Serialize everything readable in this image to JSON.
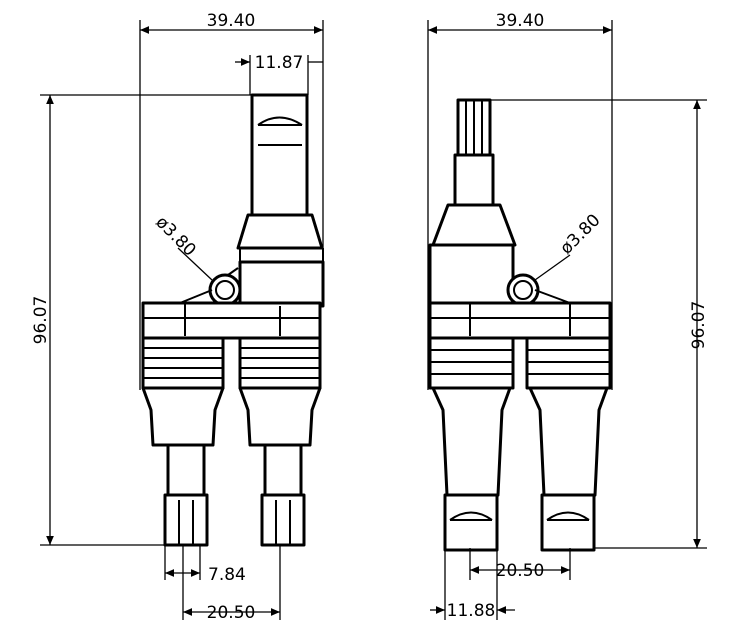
{
  "left_view": {
    "width_dim": "39.40",
    "pin_width_dim": "11.87",
    "height_dim": "96.07",
    "hole_dim": "ø3.80",
    "pin_spacing_dim": "7.84",
    "leg_spacing_dim": "20.50"
  },
  "right_view": {
    "width_dim": "39.40",
    "height_dim": "96.07",
    "hole_dim": "ø3.80",
    "leg_spacing_dim": "20.50",
    "leg_width_dim": "11.88"
  }
}
